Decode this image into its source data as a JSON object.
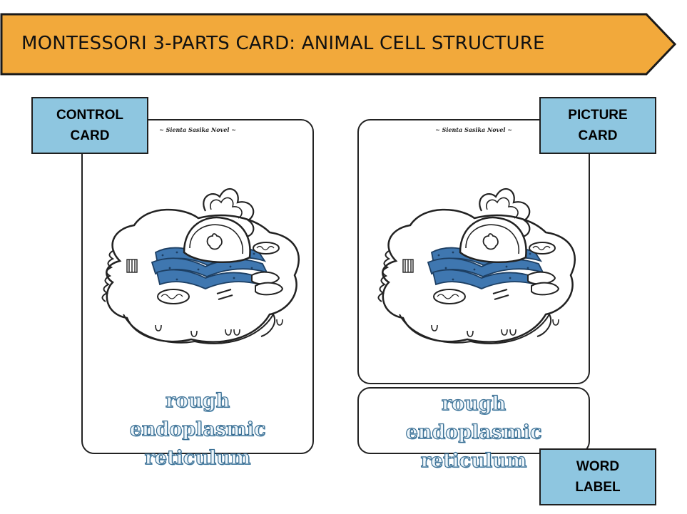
{
  "banner": {
    "title": "MONTESSORI 3-PARTS CARD: ANIMAL CELL STRUCTURE",
    "color": "#f2a93b"
  },
  "credit": "~ Sienta Sasika Novel ~",
  "word": {
    "line1": "rough",
    "line2": "endoplasmic reticulum"
  },
  "tags": {
    "control": [
      "CONTROL",
      "CARD"
    ],
    "picture": [
      "PICTURE",
      "CARD"
    ],
    "word": [
      "WORD",
      "LABEL"
    ]
  },
  "colors": {
    "tag_fill": "#8ec6e0",
    "highlight_organelle": "#3f77b0",
    "word_text_outline": "#3a6f94"
  },
  "icons": {
    "illustration": "animal-cell-drawing"
  }
}
